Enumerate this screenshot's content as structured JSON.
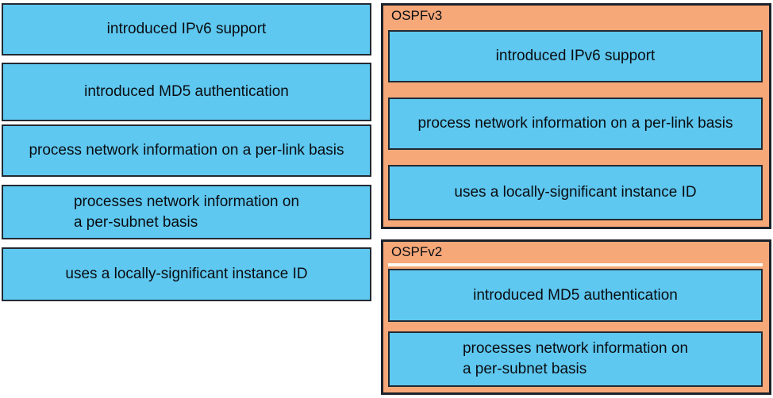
{
  "activity": {
    "left_options": [
      {
        "lines": [
          "introduced IPv6 support"
        ]
      },
      {
        "lines": [
          "introduced MD5 authentication"
        ]
      },
      {
        "lines": [
          "process network information on a per-link basis"
        ]
      },
      {
        "lines": [
          "processes network information on",
          "a per-subnet basis"
        ]
      },
      {
        "lines": [
          "uses a locally-significant instance ID"
        ]
      }
    ],
    "categories": [
      {
        "title": "OSPFv3",
        "items": [
          {
            "lines": [
              "introduced IPv6 support"
            ]
          },
          {
            "lines": [
              "process network information on a per-link basis"
            ]
          },
          {
            "lines": [
              "uses a locally-significant instance ID"
            ]
          }
        ]
      },
      {
        "title": "OSPFv2",
        "items": [
          {
            "lines": [
              "introduced MD5 authentication"
            ]
          },
          {
            "lines": [
              "processes network information on",
              "a per-subnet basis"
            ]
          }
        ]
      }
    ]
  },
  "colors": {
    "tile_blue": "#5EC8F0",
    "panel_orange": "#F6A879",
    "border_dark": "#222A33",
    "text": "#0A0D12",
    "background": "#FFFFFF"
  }
}
